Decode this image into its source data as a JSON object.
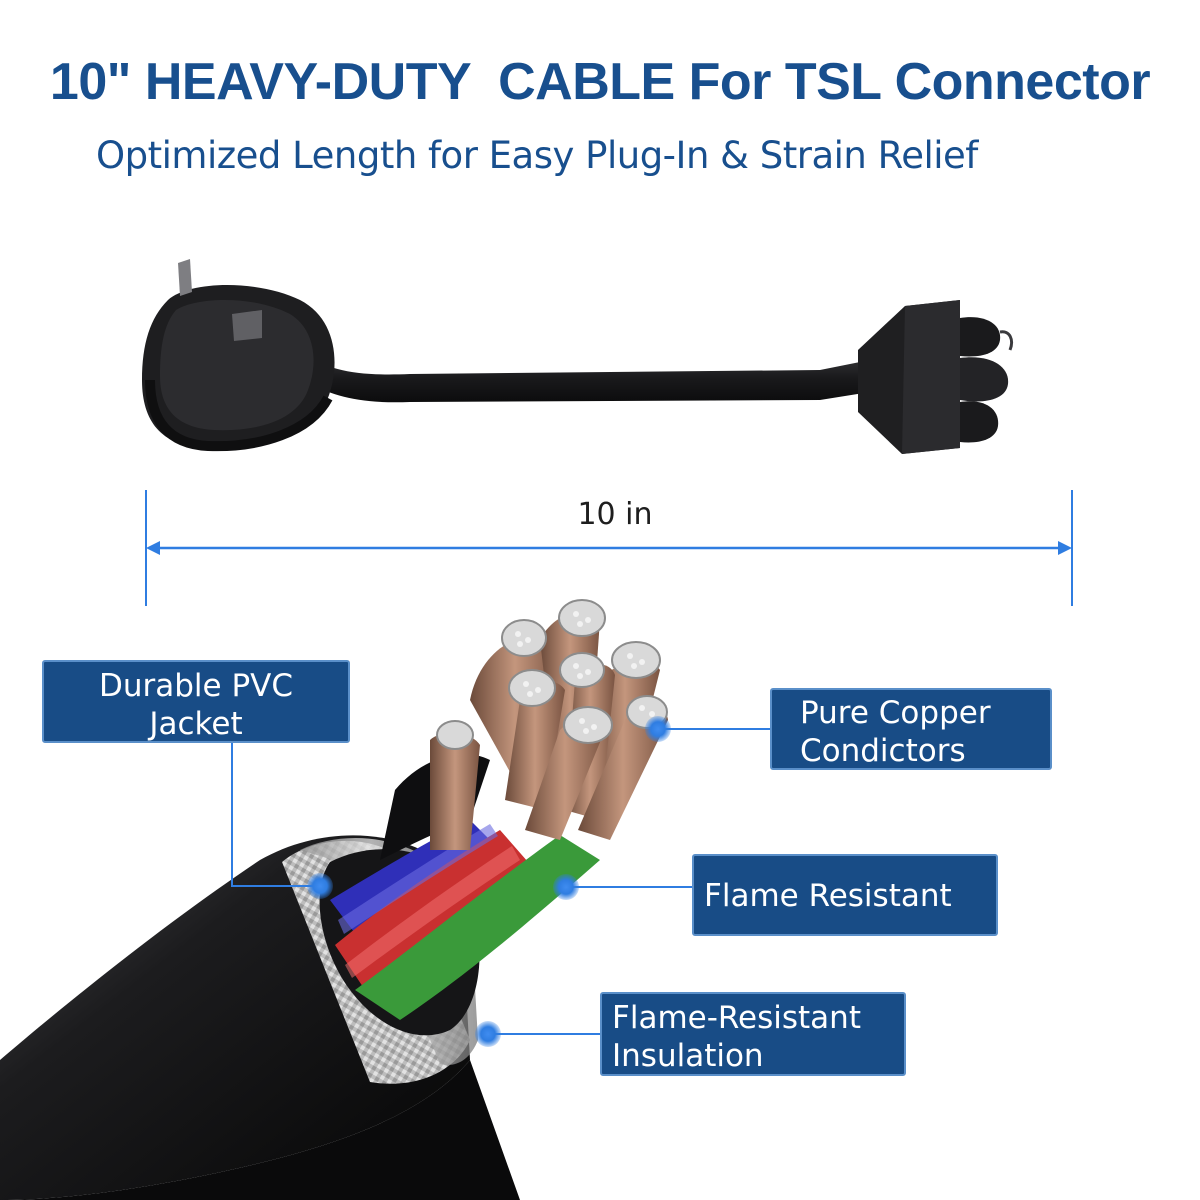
{
  "title": "10\" HEAVY-DUTY  CABLE For TSL Connector",
  "subtitle": "Optimized Length for Easy Plug-In & Strain Relief",
  "dimension": {
    "label": "10 in"
  },
  "callouts": {
    "jacket": {
      "line1": "Durable PVC",
      "line2": "Jacket"
    },
    "conductors": {
      "line1": "Pure Copper",
      "line2": "Condictors"
    },
    "flame": {
      "line1": "Flame Resistant"
    },
    "insulation": {
      "line1": "Flame-Resistant",
      "line2": "Insulation"
    }
  },
  "colors": {
    "brand_blue": "#184f8e",
    "callout_fill": "#184c86",
    "leader_blue": "#2f7de1",
    "cable_black": "#1b1b1d"
  }
}
